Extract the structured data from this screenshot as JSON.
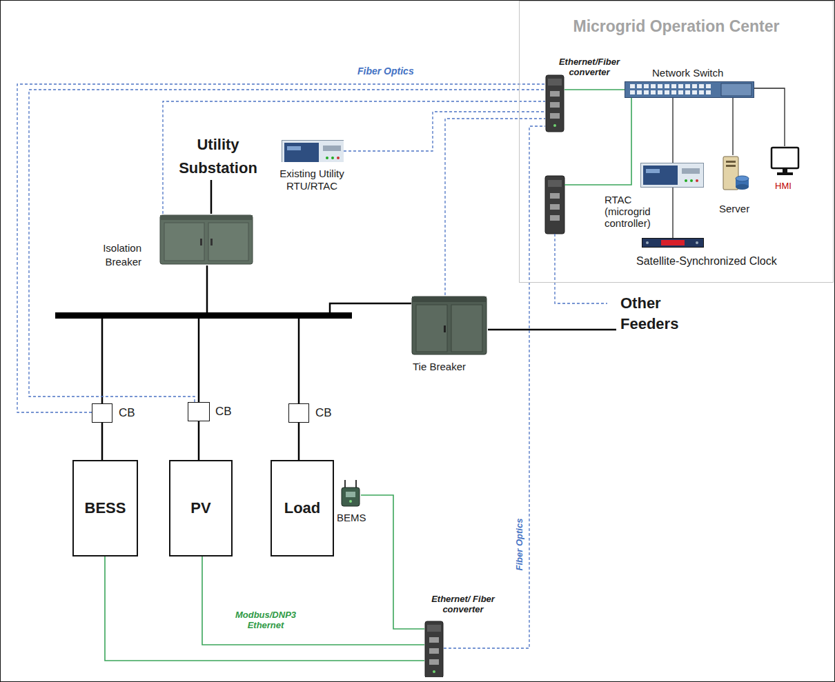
{
  "diagram": {
    "nodes": [
      {
        "text": [
          "Microgrid Operation Center"
        ]
      },
      {
        "text": [
          "Ethernet/Fiber converter"
        ],
        "in": 0
      },
      {
        "text": [
          "Network Switch"
        ],
        "in": 0
      },
      {
        "text": [
          "RTAC (microgrid controller)"
        ],
        "in": 0
      },
      {
        "text": [
          "Server"
        ],
        "in": 0
      },
      {
        "text": [
          "HMI"
        ],
        "in": 0
      },
      {
        "text": [
          "Satellite-Synchronized Clock"
        ],
        "in": 0
      },
      {
        "text": [
          "Utility Substation"
        ]
      },
      {
        "text": [
          "Existing Utility RTU/RTAC"
        ]
      },
      {
        "text": [
          "Isolation Breaker"
        ]
      },
      {
        "text": [
          "Tie Breaker"
        ]
      },
      {
        "text": [
          "Other Feeders"
        ]
      },
      {
        "text": [
          "CB"
        ]
      },
      {
        "text": [
          "CB"
        ]
      },
      {
        "text": [
          "CB"
        ]
      },
      {
        "text": [
          "BESS"
        ]
      },
      {
        "text": [
          "PV"
        ]
      },
      {
        "text": [
          "Load"
        ]
      },
      {
        "text": [
          "BEMS"
        ]
      },
      {
        "text": [
          "Ethernet/ Fiber converter"
        ]
      }
    ],
    "edges": [
      {
        "from": 1,
        "to": 2,
        "arrow": "none"
      },
      {
        "from": 2,
        "to": 3,
        "arrow": "none"
      },
      {
        "from": 2,
        "to": 4,
        "arrow": "none"
      },
      {
        "from": 2,
        "to": 5,
        "arrow": "none"
      },
      {
        "from": 3,
        "to": 6,
        "arrow": "none"
      },
      {
        "from": 7,
        "to": 9,
        "arrow": "none"
      },
      {
        "from": 8,
        "to": 1,
        "arrow": "none"
      },
      {
        "from": 9,
        "to": 1,
        "arrow": "none"
      },
      {
        "from": 10,
        "to": 1,
        "arrow": "none"
      },
      {
        "from": 10,
        "to": 11,
        "arrow": "none"
      },
      {
        "from": 12,
        "to": 1,
        "arrow": "none"
      },
      {
        "from": 13,
        "to": 1,
        "arrow": "none"
      },
      {
        "from": 12,
        "to": 15,
        "arrow": "none"
      },
      {
        "from": 13,
        "to": 16,
        "arrow": "none"
      },
      {
        "from": 14,
        "to": 17,
        "arrow": "none"
      },
      {
        "from": 15,
        "to": 19,
        "arrow": "none"
      },
      {
        "from": 16,
        "to": 19,
        "label": "Modbus/DNP3 Ethernet",
        "arrow": "none"
      },
      {
        "from": 18,
        "to": 19,
        "arrow": "none"
      },
      {
        "from": 19,
        "to": 1,
        "label": "Fiber Optics",
        "arrow": "none"
      }
    ],
    "labels": [
      "Fiber Optics"
    ]
  }
}
